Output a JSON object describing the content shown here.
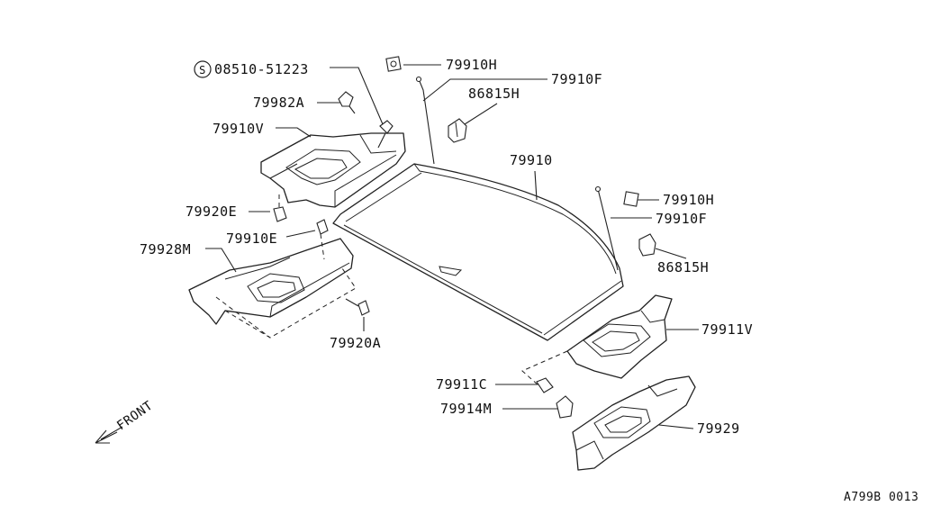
{
  "labels": {
    "bolt_symbol": "S",
    "bolt_number": "08510-51223",
    "p79910H_top": "79910H",
    "p79910F_top": "79910F",
    "p86815H_top": "86815H",
    "p79982A": "79982A",
    "p79910V": "79910V",
    "p79910": "79910",
    "p79910H_right": "79910H",
    "p79910F_right": "79910F",
    "p79920E": "79920E",
    "p79910E": "79910E",
    "p79928M": "79928M",
    "p86815H_right": "86815H",
    "p79911V": "79911V",
    "p79920A": "79920A",
    "p79911C": "79911C",
    "p79914M": "79914M",
    "p79929": "79929",
    "front": "FRONT",
    "diagram_code": "A799B 0013"
  }
}
